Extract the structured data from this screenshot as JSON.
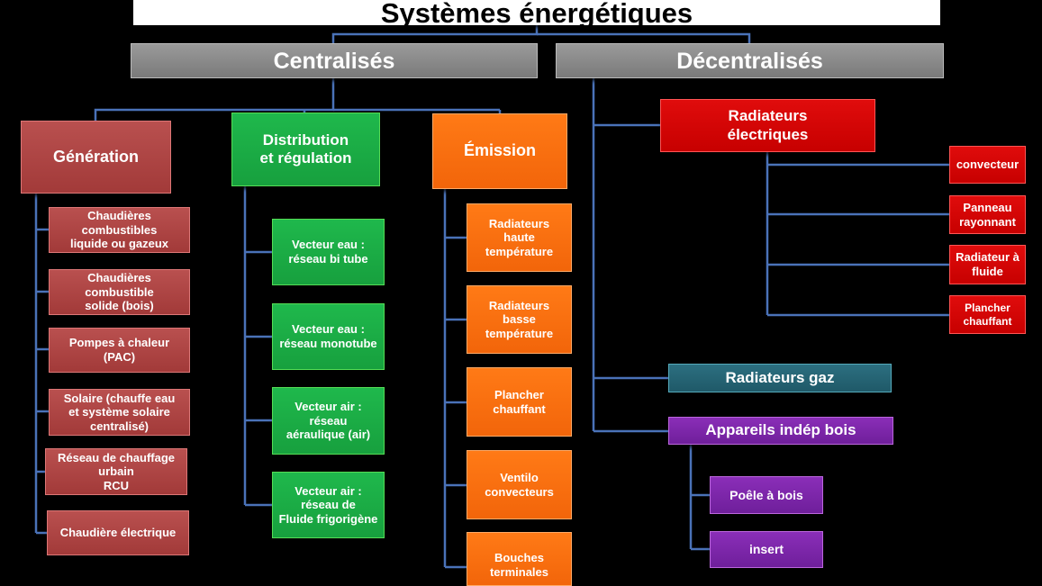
{
  "title": "Systèmes énergétiques",
  "centralises": {
    "label": "Centralisés",
    "generation": {
      "label": "Génération",
      "items": [
        "Chaudières\ncombustibles\nliquide ou gazeux",
        "Chaudières\ncombustible\nsolide (bois)",
        "Pompes à chaleur\n(PAC)",
        "Solaire (chauffe eau\net système solaire\ncentralisé)",
        "Réseau de chauffage\nurbain\nRCU",
        "Chaudière électrique"
      ]
    },
    "distribution": {
      "label": "Distribution\net régulation",
      "items": [
        "Vecteur eau :\nréseau bi tube",
        "Vecteur eau :\nréseau monotube",
        "Vecteur air :\nréseau\naéraulique (air)",
        "Vecteur air :\nréseau de\nFluide frigorigène"
      ]
    },
    "emission": {
      "label": "Émission",
      "items": [
        "Radiateurs\nhaute\ntempérature",
        "Radiateurs\nbasse\ntempérature",
        "Plancher\nchauffant",
        "Ventilo\nconvecteurs",
        "Bouches\nterminales"
      ]
    }
  },
  "decentralises": {
    "label": "Décentralisés",
    "radiateurs_electriques": {
      "label": "Radiateurs\nélectriques",
      "items": [
        "convecteur",
        "Panneau\nrayonnant",
        "Radiateur à\nfluide",
        "Plancher\nchauffant"
      ]
    },
    "radiateurs_gaz": {
      "label": "Radiateurs gaz"
    },
    "appareils_bois": {
      "label": "Appareils indép bois",
      "items": [
        "Poêle à bois",
        "insert"
      ]
    }
  },
  "colors": {
    "connector": "#4a72b8",
    "generation": "#b0443f",
    "distribution": "#1aa847",
    "emission": "#f76f0f",
    "electric": "#d40404",
    "gas": "#255f6f",
    "wood": "#7b26a8",
    "level1": "#888888"
  }
}
